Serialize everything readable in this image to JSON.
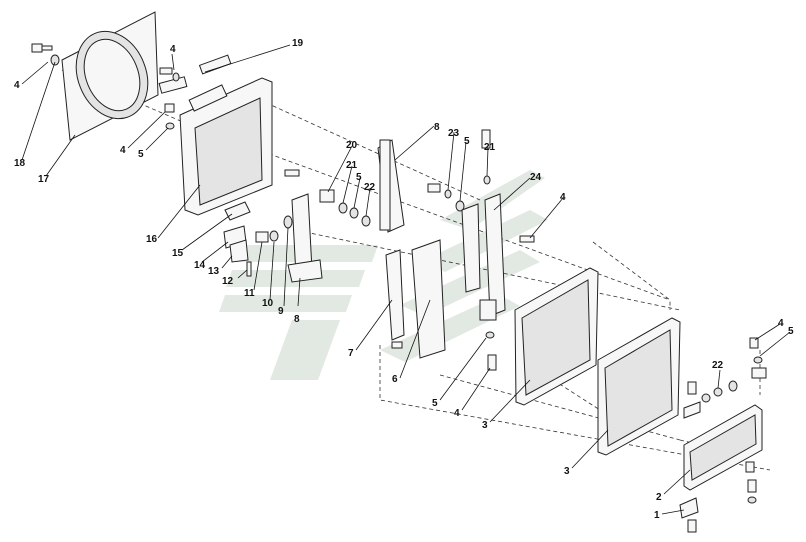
{
  "diagram": {
    "callouts": [
      {
        "id": "c4a",
        "text": "4"
      },
      {
        "id": "c18",
        "text": "18"
      },
      {
        "id": "c17",
        "text": "17"
      },
      {
        "id": "c4b",
        "text": "4"
      },
      {
        "id": "c19",
        "text": "19"
      },
      {
        "id": "c4c",
        "text": "4"
      },
      {
        "id": "c5a",
        "text": "5"
      },
      {
        "id": "c16",
        "text": "16"
      },
      {
        "id": "c15",
        "text": "15"
      },
      {
        "id": "c14",
        "text": "14"
      },
      {
        "id": "c13",
        "text": "13"
      },
      {
        "id": "c12",
        "text": "12"
      },
      {
        "id": "c11",
        "text": "11"
      },
      {
        "id": "c10",
        "text": "10"
      },
      {
        "id": "c9",
        "text": "9"
      },
      {
        "id": "c8a",
        "text": "8"
      },
      {
        "id": "c20",
        "text": "20"
      },
      {
        "id": "c21a",
        "text": "21"
      },
      {
        "id": "c5b",
        "text": "5"
      },
      {
        "id": "c22a",
        "text": "22"
      },
      {
        "id": "c8b",
        "text": "8"
      },
      {
        "id": "c23",
        "text": "23"
      },
      {
        "id": "c5c",
        "text": "5"
      },
      {
        "id": "c21b",
        "text": "21"
      },
      {
        "id": "c24",
        "text": "24"
      },
      {
        "id": "c4d",
        "text": "4"
      },
      {
        "id": "c7",
        "text": "7"
      },
      {
        "id": "c6",
        "text": "6"
      },
      {
        "id": "c5d",
        "text": "5"
      },
      {
        "id": "c4e",
        "text": "4"
      },
      {
        "id": "c3a",
        "text": "3"
      },
      {
        "id": "c3b",
        "text": "3"
      },
      {
        "id": "c22b",
        "text": "22"
      },
      {
        "id": "c4f",
        "text": "4"
      },
      {
        "id": "c5e",
        "text": "5"
      },
      {
        "id": "c2",
        "text": "2"
      },
      {
        "id": "c1",
        "text": "1"
      }
    ]
  }
}
